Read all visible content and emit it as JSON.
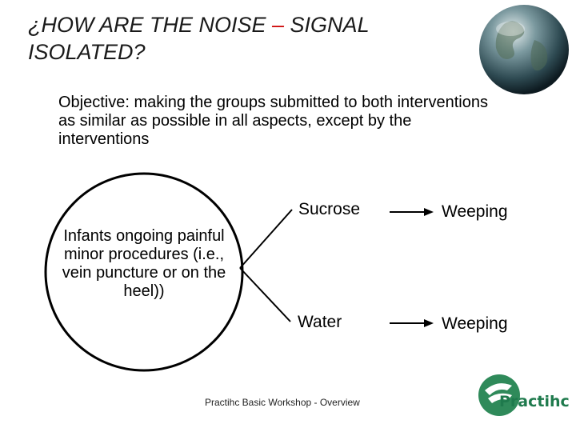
{
  "slide": {
    "title_part1": "¿HOW ARE THE NOISE ",
    "title_dash": "–",
    "title_part2": " SIGNAL ISOLATED?",
    "objective": "Objective: making the groups submitted to both interventions  as similar as possible in all aspects, except by the interventions",
    "footer": "Practihc Basic Workshop - Overview"
  },
  "diagram": {
    "population": "Infants ongoing painful minor procedures (i.e., vein puncture or on the heel))",
    "arm1_intervention": "Sucrose",
    "arm1_outcome": "Weeping",
    "arm2_intervention": "Water",
    "arm2_outcome": "Weeping"
  },
  "logo": {
    "text": "Practihc",
    "color": "#1f7a4d"
  }
}
